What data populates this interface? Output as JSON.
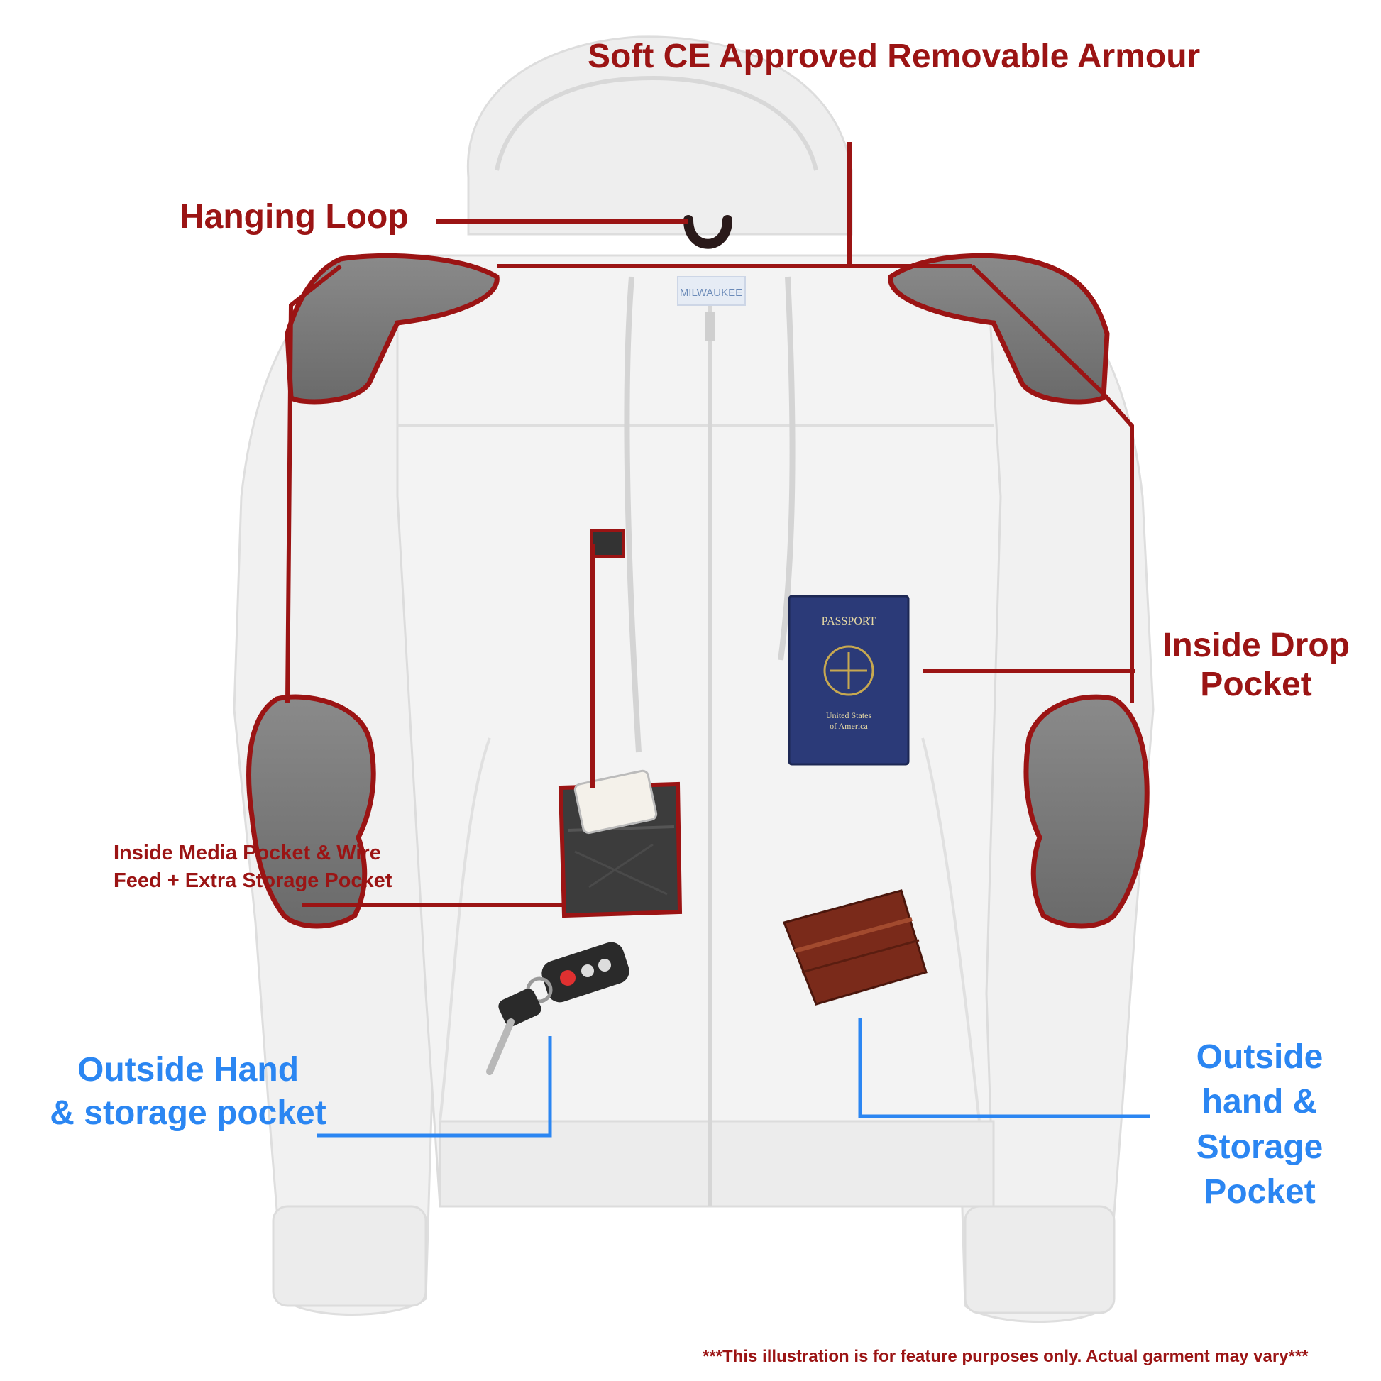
{
  "labels": {
    "armour": "Soft CE Approved Removable Armour",
    "hanging_loop": "Hanging Loop",
    "inside_drop": [
      "Inside Drop",
      "Pocket"
    ],
    "media_pocket": [
      "Inside Media Pocket & Wire",
      "Feed + Extra Storage Pocket"
    ],
    "outside_left": [
      "Outside Hand",
      "& storage pocket"
    ],
    "outside_right": [
      "Outside",
      "hand &",
      "Storage",
      "Pocket"
    ],
    "disclaimer": "***This illustration is for feature purposes only.  Actual garment may vary***"
  },
  "items": {
    "passport_title": "PASSPORT",
    "passport_caption": [
      "United States",
      "of America"
    ],
    "collar_tag": "MILWAUKEE"
  },
  "colors": {
    "callout_red": "#9b1414",
    "callout_blue": "#2b86f2",
    "jacket": "#f2f2f2",
    "armour_pad": "#7a7a7a",
    "passport": "#2b3a78",
    "wallet": "#7a2a1a"
  },
  "icons": [
    "jacket-illustration",
    "hanging-loop-icon",
    "shoulder-armour-icon",
    "elbow-armour-icon",
    "media-pocket-icon",
    "phone-icon",
    "passport-icon",
    "wallet-icon",
    "car-key-icon"
  ]
}
